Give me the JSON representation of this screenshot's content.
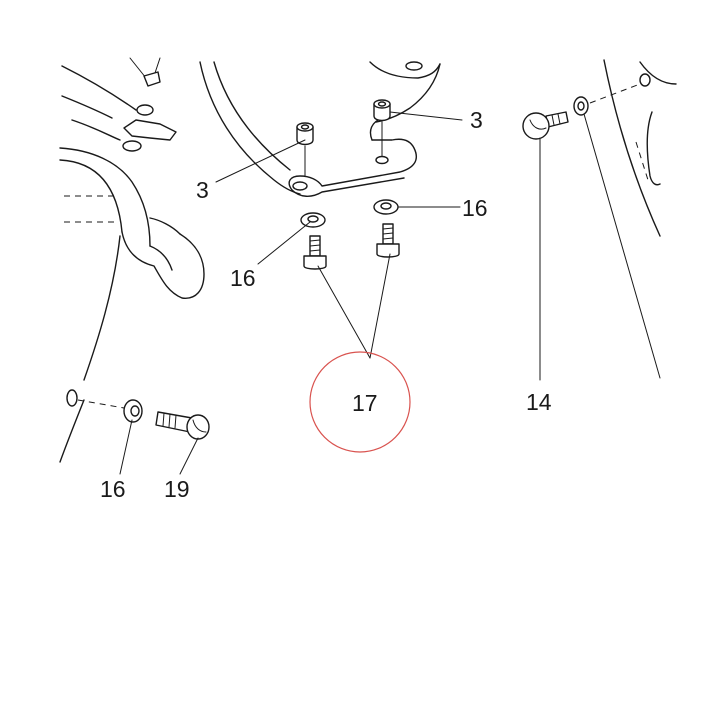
{
  "callouts": {
    "c3_left": "3",
    "c3_right": "3",
    "c16_center_left": "16",
    "c16_center_right": "16",
    "c17": "17",
    "c14": "14",
    "c16_bottom": "16",
    "c19": "19"
  },
  "highlight": {
    "target": "17",
    "color": "#d9534f"
  }
}
